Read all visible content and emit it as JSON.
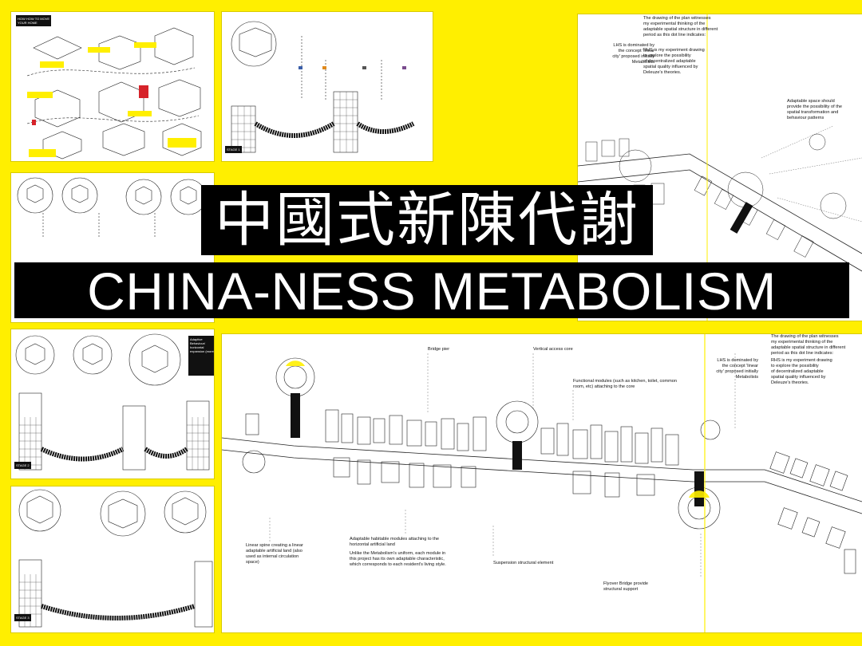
{
  "banner": {
    "title_cn": "中國式新陳代謝",
    "title_en": "CHINA-NESS METABOLISM"
  },
  "top_right_plan": {
    "note_left": "LHS is dominated by\nthe concept 'linear\ncity' proposed initially\nMetabolists",
    "note_top": "The drawing of the plan witnesses\nmy experimental thinking of the\nadaptable spatial structure in different\nperiod as this dot line indicates:",
    "note_rhs": "RHS is my experiment drawing\nto explore the possibility\nof decentralized adaptable\nspatial quality influenced by\nDeleuze's theories.",
    "note_adaptable": "Adaptable space should\nprovide the possibility of the\nspatial transformation and\nbehaviour patterns"
  },
  "bottom_plan": {
    "bridge_pier": "Bridge pier",
    "vertical_core": "Vertical access core",
    "functional_modules": "Functional modules (such as kitchen, toilet, common\nroom, etc) attaching to the core",
    "note_top": "The drawing of the plan witnesses\nmy experimental thinking of the\nadaptable spatial structure in different\nperiod as this dot line indicates:",
    "note_left": "LHS is dominated by\nthe concept 'linear\ncity' proposed initially\nMetabolists",
    "note_rhs": "RHS is my experiment drawing\nto explore the possibility\nof decentralized adaptable\nspatial quality influenced by\nDeleuze's theories.",
    "linear_spine": "Linear spine creating a linear\nadaptable artificial land (also\nused as internal circulation\nspace)",
    "habitable_modules": "Adaptable habitable modules attaching to the\nhorizontal artificial land",
    "unlike_metabolism": "Unlike the Metabolism's uniform, each module in\nthis project has its own adaptable characteristic,\nwhich corresponds to each resident's living style.",
    "suspension": "Suspension structural element",
    "flyover": "Flyover Bridge provide\nstructural support"
  },
  "small_panels": {
    "p1_tag": "HOW HOW TO MOVE\nYOUR HOME",
    "p2_tag": "STAGE 1",
    "p4_heading": "Adaptive\nBehaviour/\nhorizontal\nexpansion (more)",
    "p4_tag": "STAGE 2",
    "p5_tag": "STAGE 3"
  },
  "colors": {
    "background": "#ffef00",
    "banner": "#000000",
    "accent_red": "#d6232a"
  }
}
